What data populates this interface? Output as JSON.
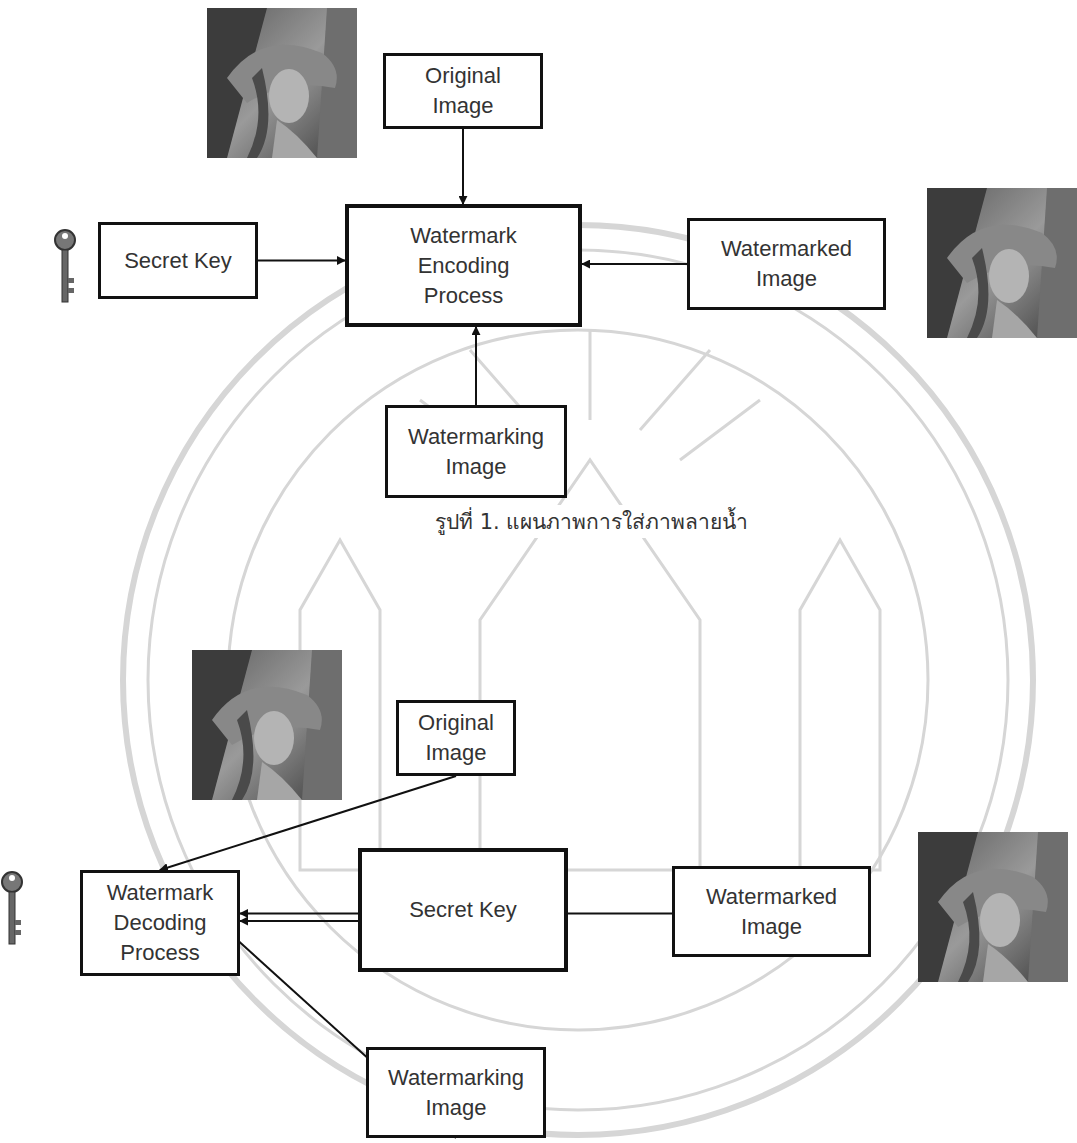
{
  "diagram": {
    "caption": "รูปที่ 1. แผนภาพการใส่ภาพลายน้ำ",
    "nodes": [
      {
        "text": [
          "Original Image"
        ]
      },
      {
        "text": [
          "Secret Key"
        ]
      },
      {
        "text": [
          "Watermark Encoding Process"
        ]
      },
      {
        "text": [
          "Watermarked Image"
        ]
      },
      {
        "text": [
          "Watermarking Image"
        ]
      },
      {
        "text": [
          "Original Image"
        ]
      },
      {
        "text": [
          "Secret Key"
        ]
      },
      {
        "text": [
          "Watermark Decoding Process"
        ]
      },
      {
        "text": [
          "Watermarked Image"
        ]
      },
      {
        "text": [
          "Watermarking Image"
        ]
      }
    ],
    "edges": [
      {
        "from": 0,
        "to": 2,
        "arrow": "to"
      },
      {
        "from": 1,
        "to": 2,
        "arrow": "to"
      },
      {
        "from": 3,
        "to": 2,
        "arrow": "to"
      },
      {
        "from": 4,
        "to": 2,
        "arrow": "to"
      },
      {
        "from": 5,
        "to": 7,
        "arrow": "to"
      },
      {
        "from": 6,
        "to": 7,
        "arrow": "to"
      },
      {
        "from": 8,
        "to": 7,
        "arrow": "to"
      },
      {
        "from": 9,
        "to": 7,
        "arrow": "to"
      }
    ]
  }
}
